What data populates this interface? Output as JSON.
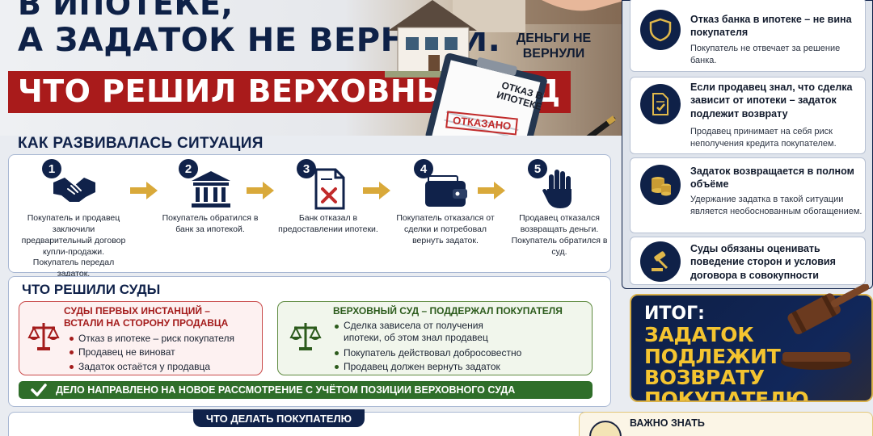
{
  "hero": {
    "line1": "В ипотеке,",
    "line2": "а задаток не вернули.",
    "line3": "Что решил Верховный суд",
    "money_label": "Деньги не вернули",
    "document_title": "Отказ в ипотеке",
    "document_stamp": "Отказано"
  },
  "situation": {
    "heading": "Как развивалась ситуация",
    "steps": [
      {
        "num": "1",
        "icon": "handshake-icon",
        "text": "Покупатель и продавец заключили предварительный договор купли-продажи. Покупатель передал задаток."
      },
      {
        "num": "2",
        "icon": "bank-icon",
        "text": "Покупатель обратился в банк за ипотекой."
      },
      {
        "num": "3",
        "icon": "rejected-document-icon",
        "text": "Банк отказал в предоставлении ипотеки."
      },
      {
        "num": "4",
        "icon": "wallet-icon",
        "text": "Покупатель отказался от сделки и потребовал вернуть задаток."
      },
      {
        "num": "5",
        "icon": "stop-hand-icon",
        "text": "Продавец отказался возвращать деньги. Покупатель обратился в суд."
      }
    ]
  },
  "courts": {
    "heading": "Что решили суды",
    "lower": {
      "title": "Суды первых инстанций – встали на сторону продавца",
      "items": [
        "Отказ в ипотеке – риск покупателя",
        "Продавец не виноват",
        "Задаток остаётся у продавца"
      ]
    },
    "supreme": {
      "title": "Верховный суд – поддержал покупателя",
      "items": [
        "Сделка зависела от получения ипотеки, об этом знал продавец",
        "Покупатель действовал добросовестно",
        "Продавец должен вернуть задаток"
      ]
    },
    "decision": "Дело направлено на новое рассмотрение с учётом позиции Верховного суда"
  },
  "buyer": {
    "heading": "Что делать покупателю"
  },
  "facts": [
    {
      "icon": "shield-icon",
      "title": "Отказ банка в ипотеке – не вина покупателя",
      "text": "Покупатель не отвечает за решение банка."
    },
    {
      "icon": "contract-check-icon",
      "title": "Если продавец знал, что сделка зависит от ипотеки – задаток подлежит возврату",
      "text": "Продавец принимает на себя риск неполучения кредита покупателем."
    },
    {
      "icon": "coins-icon",
      "title": "Задаток возвращается в полном объёме",
      "text": "Удержание задатка в такой ситуации является необоснованным обогащением."
    },
    {
      "icon": "gavel-icon",
      "title": "Суды обязаны оценивать поведение сторон и условия договора в совокупности",
      "text": ""
    }
  ],
  "result": {
    "label": "Итог:",
    "text": "Задаток подлежит возврату покупателю"
  },
  "note": {
    "title": "Важно знать"
  },
  "colors": {
    "navy": "#0f2148",
    "red": "#a91b1b",
    "green": "#2f6e2a",
    "gold": "#f4c430"
  }
}
